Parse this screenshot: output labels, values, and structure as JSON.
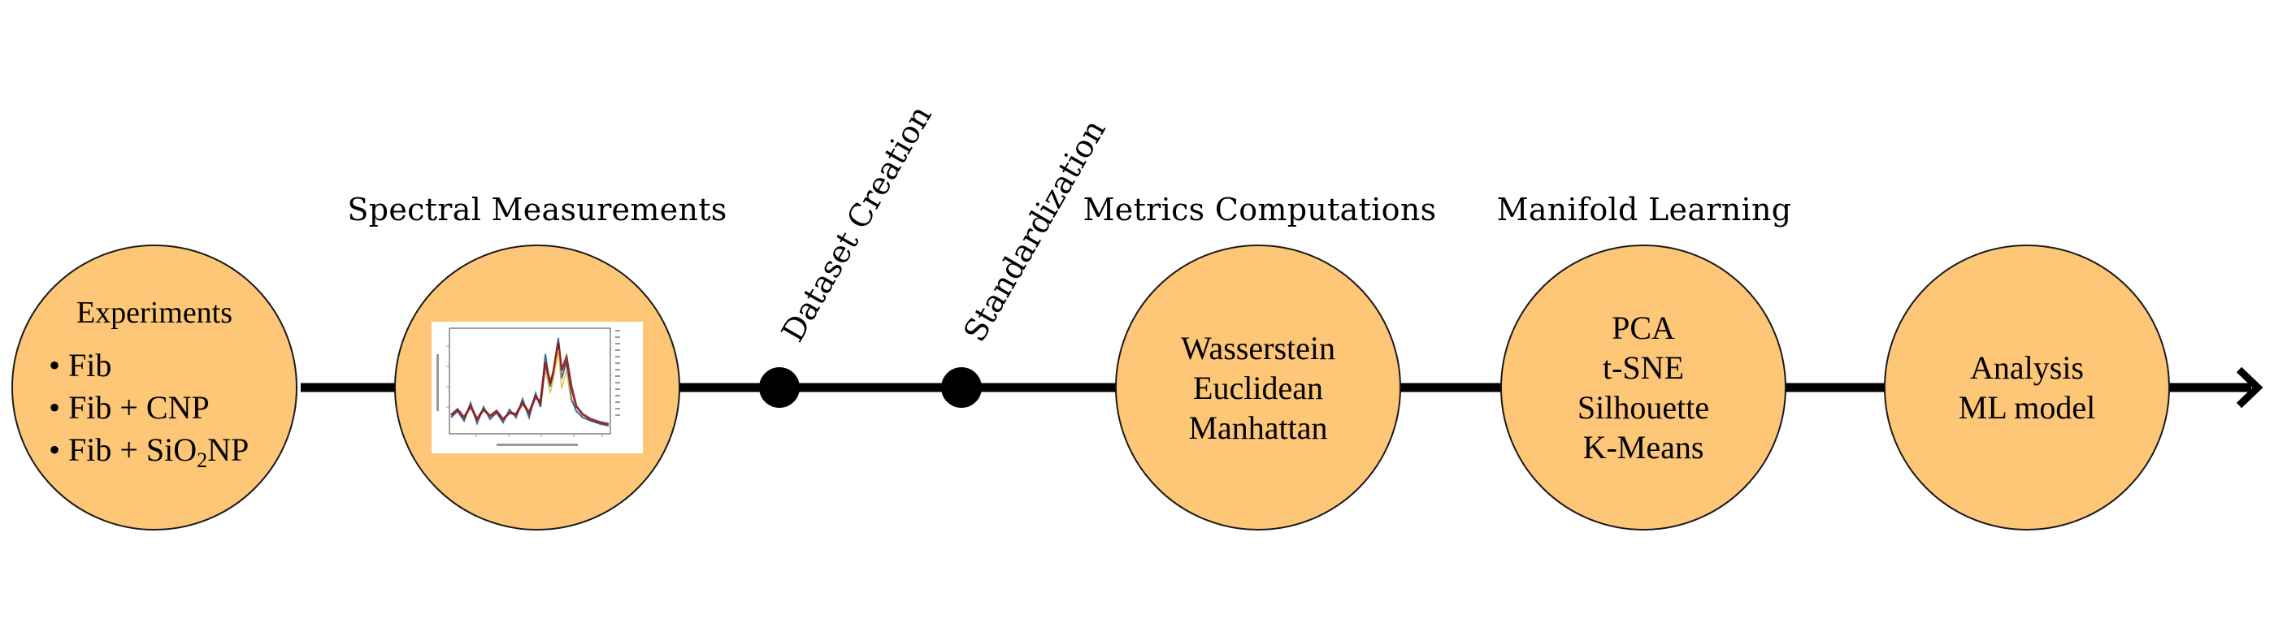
{
  "stages": {
    "experiments": {
      "title": "Experiments",
      "items": [
        "• Fib",
        "• Fib + CNP"
      ],
      "item3_prefix": "• Fib + SiO",
      "item3_sub": "2",
      "item3_suffix": "NP"
    },
    "spectral": {
      "label": "Spectral Measurements",
      "thumbnail_icon": "raman-spectrum-plot-icon"
    },
    "dataset_creation": {
      "label": "Dataset Creation"
    },
    "standardization": {
      "label": "Standardization"
    },
    "metrics": {
      "label": "Metrics Computations",
      "lines": [
        "Wasserstein",
        "Euclidean",
        "Manhattan"
      ]
    },
    "manifold": {
      "label": "Manifold Learning",
      "lines": [
        "PCA",
        "t-SNE",
        "Silhouette",
        "K-Means"
      ]
    },
    "analysis": {
      "lines": [
        "Analysis",
        "ML model"
      ]
    }
  },
  "colors": {
    "circle_fill": "#FEC677",
    "timeline": "#000000",
    "spectrum_red": "#8B1A1A",
    "spectrum_blue": "#3A6F9E"
  }
}
